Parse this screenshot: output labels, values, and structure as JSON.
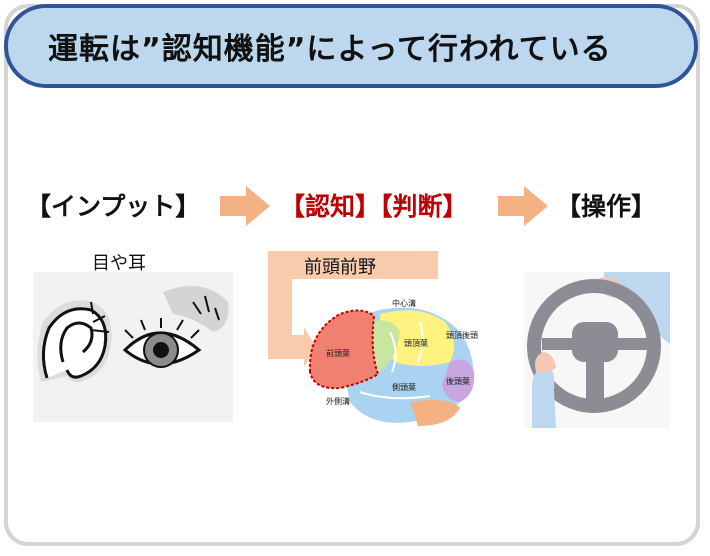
{
  "title": "運転は”認知機能”によって行われている",
  "steps": {
    "input": "【インプット】",
    "cognition": "【認知】【判断】",
    "operation": "【操作】"
  },
  "labels": {
    "eye_ear": "目や耳",
    "prefrontal": "前頭前野"
  },
  "brain_labels": {
    "central_sulcus": "中心溝",
    "frontal": "前頭葉",
    "parietal": "頭頂葉",
    "parieto_occipital": "頭頂後頭",
    "occipital": "後頭葉",
    "temporal": "側頭葉",
    "lateral_sulcus": "外側溝"
  },
  "colors": {
    "title_fill": "#bdd7ee",
    "title_border": "#2e5597",
    "accent_red": "#c00000",
    "arrow": "#f4b183",
    "frontal": "#f08070",
    "parietal": "#fff280",
    "occipital": "#c9a5e0",
    "temporal": "#a9d3f0"
  }
}
